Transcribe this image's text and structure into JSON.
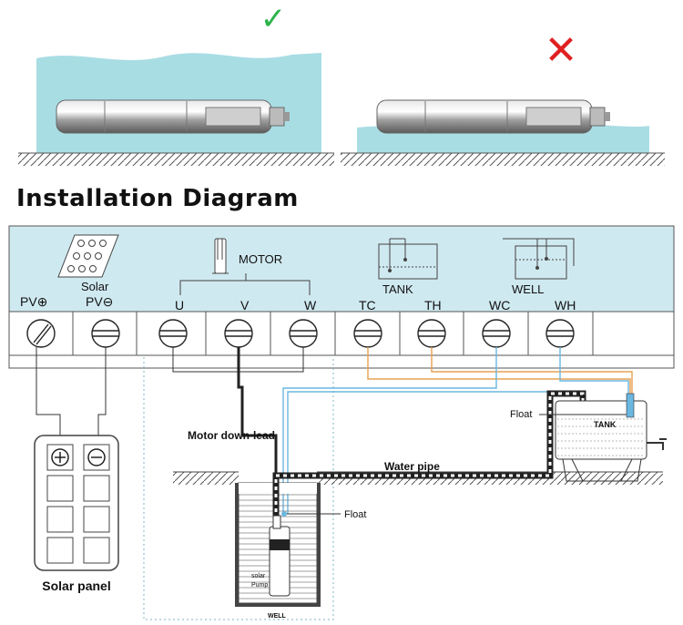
{
  "title": "Installation Diagram",
  "correct_mark": "✓",
  "wrong_mark": "✕",
  "panel": {
    "solar_label": "Solar",
    "motor_label": "MOTOR",
    "tank_label": "TANK",
    "well_label": "WELL",
    "terminals": [
      "PV⊕",
      "PV⊖",
      "U",
      "V",
      "W",
      "TC",
      "TH",
      "WC",
      "WH"
    ]
  },
  "labels": {
    "motor_down_lead": "Motor down-lead",
    "water_pipe": "Water pipe",
    "float_tank": "Float",
    "float_well": "Float",
    "tank_box": "TANK",
    "well_bottom": "WELL",
    "pump_line1": "solar",
    "pump_line2": "Pump",
    "solar_panel": "Solar panel"
  },
  "colors": {
    "water": "#a9dde4",
    "panel_bg": "#cfe9f0",
    "wire_orange": "#e8a050",
    "wire_blue": "#6ab7e0",
    "accent_green": "#2cb34a",
    "accent_red": "#e02020"
  }
}
